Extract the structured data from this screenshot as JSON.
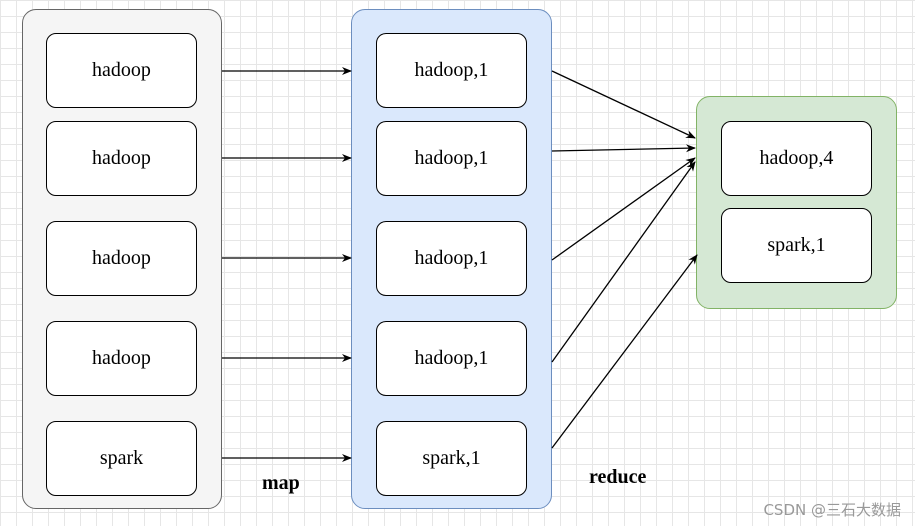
{
  "input_nodes": [
    "hadoop",
    "hadoop",
    "hadoop",
    "hadoop",
    "spark"
  ],
  "mapped_nodes": [
    "hadoop,1",
    "hadoop,1",
    "hadoop,1",
    "hadoop,1",
    "spark,1"
  ],
  "result_nodes": [
    "hadoop,4",
    "spark,1"
  ],
  "labels": {
    "map": "map",
    "reduce": "reduce"
  },
  "watermark": "CSDN @三石大数据",
  "colors": {
    "input_fill": "#f5f5f5",
    "input_border": "#666666",
    "map_fill": "#dae8fc",
    "map_border": "#6c8ebf",
    "result_fill": "#d5e8d4",
    "result_border": "#82b366"
  }
}
